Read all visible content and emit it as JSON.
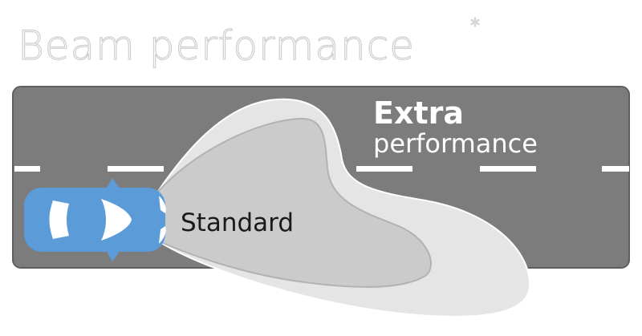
{
  "title": {
    "text": "Beam performance",
    "asterisk": "*"
  },
  "labels": {
    "extra_line1": "Extra",
    "extra_line2": "performance",
    "standard": "Standard"
  },
  "colors": {
    "road": "#7c7c7d",
    "road_edge": "#5f5f60",
    "lane_marking": "#ffffff",
    "beam_extra": "#e5e5e5",
    "beam_standard": "#cbcbcb",
    "car_body": "#5b9bd8",
    "car_glass": "#ffffff"
  },
  "icons": {
    "car": "car-top-view-icon"
  }
}
